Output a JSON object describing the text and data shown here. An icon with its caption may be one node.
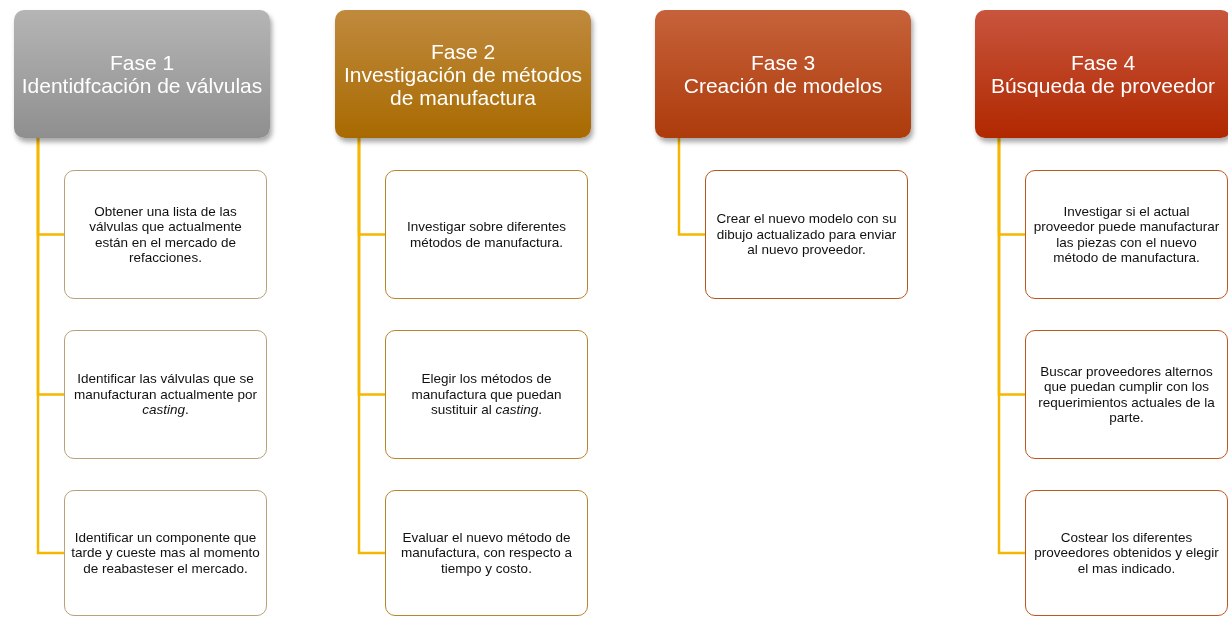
{
  "diagram": {
    "nodes": [
      {
        "text": [
          "Fase 1",
          "Identidfcación de válvulas"
        ]
      },
      {
        "text": [
          "Obtener una lista de las válvulas que actualmente están en el mercado de refacciones."
        ]
      },
      {
        "text": [
          "Identificar las válvulas que se manufacturan actualmente por *casting*."
        ]
      },
      {
        "text": [
          "Identificar un componente que tarde y cueste mas al momento de reabasteser el mercado."
        ]
      },
      {
        "text": [
          "Fase 2",
          "Investigación de métodos de manufactura"
        ]
      },
      {
        "text": [
          "Investigar sobre diferentes métodos de manufactura."
        ]
      },
      {
        "text": [
          "Elegir los métodos de manufactura que puedan sustituir al *casting*."
        ]
      },
      {
        "text": [
          "Evaluar el nuevo método de manufactura, con respecto a tiempo y costo."
        ]
      },
      {
        "text": [
          "Fase 3",
          "Creación de modelos"
        ]
      },
      {
        "text": [
          "Crear el nuevo modelo con su dibujo actualizado para enviar al nuevo proveedor."
        ]
      },
      {
        "text": [
          "Fase 4",
          "Búsqueda de proveedor"
        ]
      },
      {
        "text": [
          "Investigar si el actual proveedor puede manufacturar las piezas con el nuevo método de manufactura."
        ]
      },
      {
        "text": [
          "Buscar proveedores alternos que puedan cumplir con los requerimientos actuales de la parte."
        ]
      },
      {
        "text": [
          "Costear los diferentes proveedores obtenidos y elegir el mas indicado."
        ]
      }
    ],
    "edges": [
      {
        "from": 0,
        "to": 1,
        "arrow": "none"
      },
      {
        "from": 0,
        "to": 2,
        "arrow": "none"
      },
      {
        "from": 0,
        "to": 3,
        "arrow": "none"
      },
      {
        "from": 4,
        "to": 5,
        "arrow": "none"
      },
      {
        "from": 4,
        "to": 6,
        "arrow": "none"
      },
      {
        "from": 4,
        "to": 7,
        "arrow": "none"
      },
      {
        "from": 8,
        "to": 9,
        "arrow": "none"
      },
      {
        "from": 10,
        "to": 11,
        "arrow": "none"
      },
      {
        "from": 10,
        "to": 12,
        "arrow": "none"
      },
      {
        "from": 10,
        "to": 13,
        "arrow": "none"
      }
    ]
  }
}
